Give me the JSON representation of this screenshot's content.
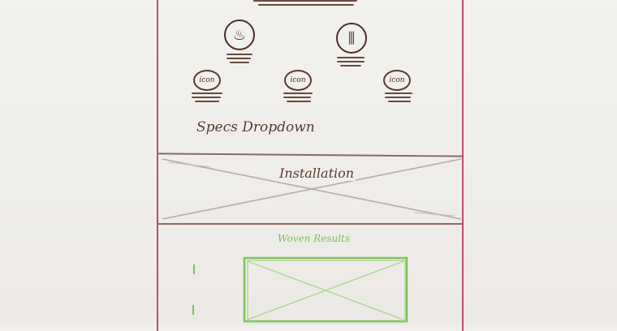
{
  "sketch": {
    "feature_icons_large": [
      "steam-icon",
      "grill-icon"
    ],
    "feature_icons_small": [
      {
        "icon": "placeholder-icon",
        "label": "icon"
      },
      {
        "icon": "placeholder-icon",
        "label": "icon"
      },
      {
        "icon": "placeholder-icon",
        "label": "icon"
      }
    ],
    "specs_label": "Specs Dropdown",
    "installation_label": "Installation",
    "woven_results_label": "Woven Results",
    "colors": {
      "marker_brown": "#5a3a2e",
      "marker_red": "#c24b6e",
      "marker_green": "#7ec05a"
    }
  }
}
